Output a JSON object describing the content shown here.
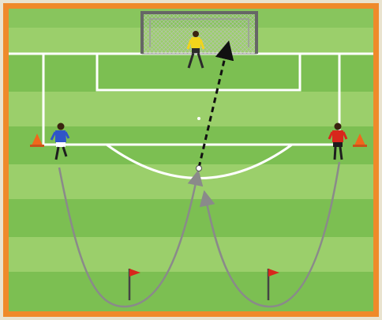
{
  "colors": {
    "border": "#ef8a2a",
    "grass_light": "#9bcf6b",
    "grass_dark": "#7cbf52",
    "line": "#ffffff",
    "goal_net": "#cfcfcf",
    "run_path": "#8a8a8a",
    "shot_path": "#111111",
    "player_blue": "#2f55c8",
    "player_red": "#d8261c",
    "keeper_yellow": "#f2d41c",
    "cone": "#f0681c",
    "flag": "#d8261c"
  },
  "diagram": {
    "players": [
      {
        "role": "attacker-left",
        "kit": "blue"
      },
      {
        "role": "attacker-right",
        "kit": "red"
      },
      {
        "role": "goalkeeper",
        "kit": "yellow"
      }
    ],
    "markers": [
      {
        "type": "cone",
        "side": "left"
      },
      {
        "type": "cone",
        "side": "right"
      },
      {
        "type": "flag",
        "position": "bottom-left"
      },
      {
        "type": "flag",
        "position": "bottom-right"
      }
    ],
    "paths": [
      {
        "type": "run",
        "from": "attacker-left",
        "to": "left-flag-loop"
      },
      {
        "type": "run",
        "from": "attacker-right",
        "to": "right-flag-loop"
      },
      {
        "type": "shot",
        "from": "penalty-arc",
        "to": "goal"
      }
    ]
  }
}
